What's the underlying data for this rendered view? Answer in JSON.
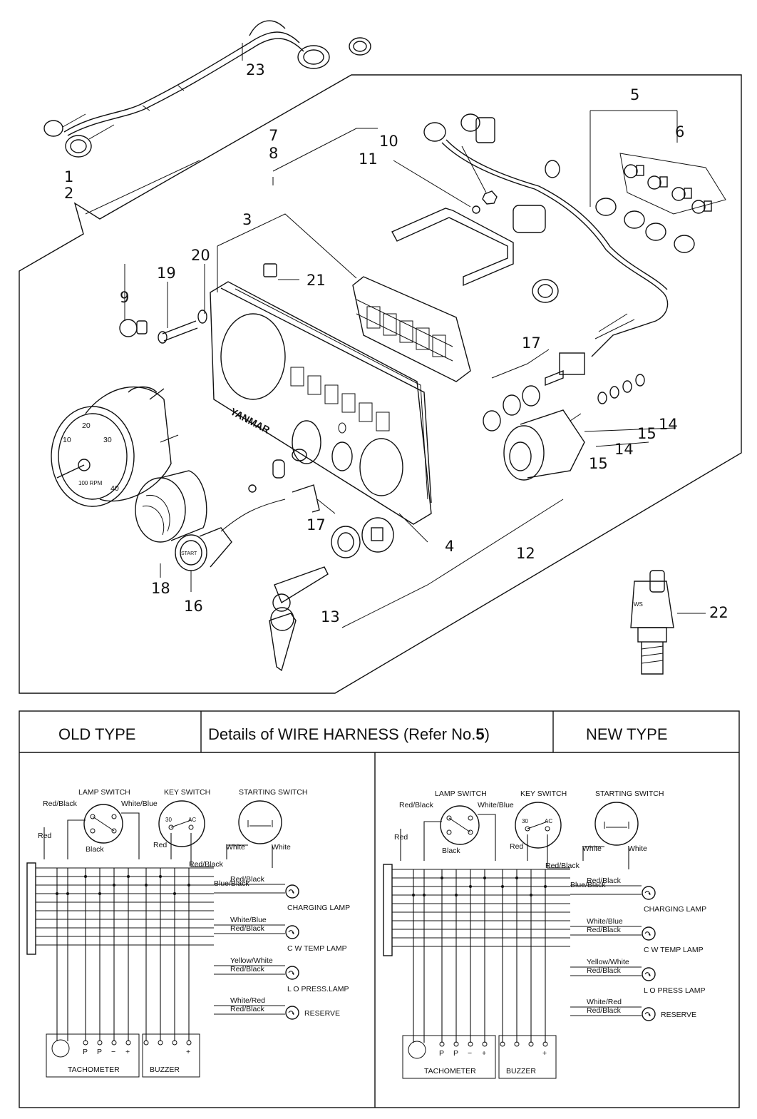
{
  "callouts": [
    "23",
    "5",
    "6",
    "7",
    "8",
    "10",
    "11",
    "1",
    "2",
    "3",
    "20",
    "19",
    "21",
    "9",
    "17",
    "14",
    "15",
    "14",
    "15",
    "17",
    "4",
    "12",
    "18",
    "16",
    "13",
    "22"
  ],
  "panel_brand": "YANMAR",
  "gauge": {
    "ticks": [
      "10",
      "20",
      "30",
      "40"
    ],
    "unit": "100 RPM"
  },
  "key_label": "START",
  "sender_mark": "WS",
  "header": {
    "old_type": "OLD TYPE",
    "details_prefix": "Details of WIRE HARNESS (Refer No.",
    "details_num": "5",
    "details_suffix": ")",
    "new_type": "NEW TYPE"
  },
  "schematics": [
    {
      "lamp_switch": "LAMP SWITCH",
      "key_switch": "KEY SWITCH",
      "starting_switch": "STARTING SWITCH",
      "red_black_top": "Red/Black",
      "white_blue_top": "White/Blue",
      "red": "Red",
      "black": "Black",
      "key_30": "30",
      "key_ac": "AC",
      "key_red": "Red",
      "white1": "White",
      "white2": "White",
      "red_black_key": "Red/Black",
      "blue_black": "Blue/Black",
      "lamps": [
        {
          "wire_a": "Red/Black",
          "wire_b": "",
          "name": "CHARGING LAMP"
        },
        {
          "wire_a": "White/Blue",
          "wire_b": "Red/Black",
          "name": "C W TEMP LAMP"
        },
        {
          "wire_a": "Yellow/White",
          "wire_b": "Red/Black",
          "name": "L O PRESS.LAMP"
        },
        {
          "wire_a": "White/Red",
          "wire_b": "Red/Black",
          "name": "RESERVE"
        }
      ],
      "tacho_terms": [
        "P",
        "P",
        "−",
        "+"
      ],
      "buzzer_terms": [
        "+"
      ],
      "tachometer": "TACHOMETER",
      "buzzer": "BUZZER"
    },
    {
      "lamp_switch": "LAMP SWITCH",
      "key_switch": "KEY SWITCH",
      "starting_switch": "STARTING SWITCH",
      "red_black_top": "Red/Black",
      "white_blue_top": "White/Blue",
      "red": "Red",
      "black": "Black",
      "key_30": "30",
      "key_ac": "AC",
      "key_red": "Red",
      "white1": "White",
      "white2": "White",
      "red_black_key": "Red/Black",
      "blue_black": "Blue/Black",
      "lamps": [
        {
          "wire_a": "Red/Black",
          "wire_b": "",
          "name": "CHARGING LAMP"
        },
        {
          "wire_a": "White/Blue",
          "wire_b": "Red/Black",
          "name": "C W TEMP LAMP"
        },
        {
          "wire_a": "Yellow/White",
          "wire_b": "Red/Black",
          "name": "L O PRESS LAMP"
        },
        {
          "wire_a": "White/Red",
          "wire_b": "Red/Black",
          "name": "RESERVE"
        }
      ],
      "tacho_terms": [
        "P",
        "P",
        "−",
        "+"
      ],
      "buzzer_terms": [
        "+"
      ],
      "tachometer": "TACHOMETER",
      "buzzer": "BUZZER"
    }
  ]
}
